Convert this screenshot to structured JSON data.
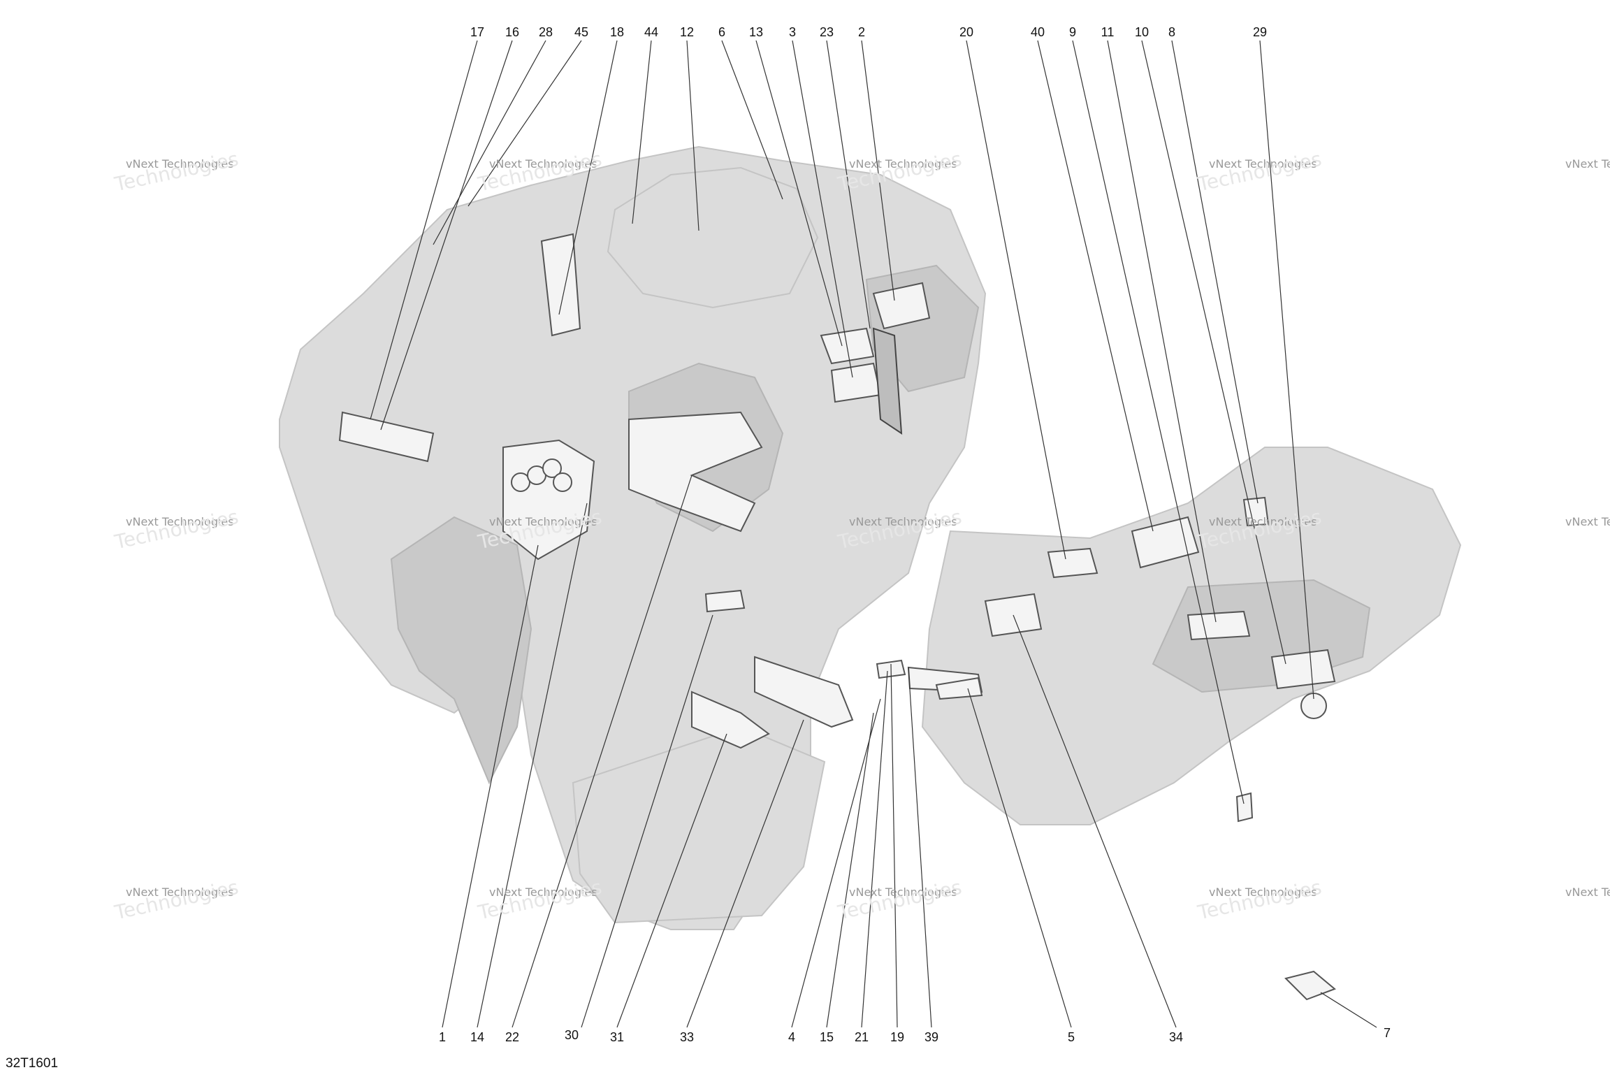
{
  "drawing": {
    "code": "32T1601",
    "watermark_text_1": "vNext Technologies",
    "watermark_text_2": "Technologies"
  },
  "callouts_top": [
    "17",
    "16",
    "28",
    "45",
    "18",
    "44",
    "12",
    "6",
    "13",
    "3",
    "23",
    "2",
    "20",
    "40",
    "9",
    "11",
    "10",
    "8",
    "29"
  ],
  "callouts_bottom": [
    "1",
    "14",
    "22",
    "30",
    "31",
    "33",
    "4",
    "15",
    "21",
    "19",
    "39",
    "5",
    "34",
    "7"
  ],
  "colors": {
    "body": "#dcdcdc",
    "decal_outline": "#555555",
    "leader": "#333333"
  }
}
